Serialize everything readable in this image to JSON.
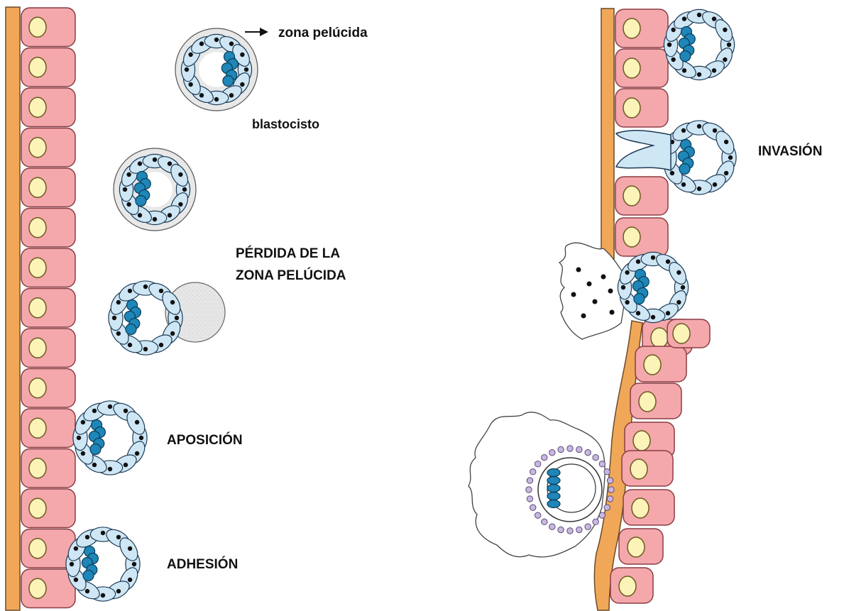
{
  "labels": {
    "zona_pelucida": "zona pelúcida",
    "blastocisto": "blastocisto",
    "perdida_line1": "PÉRDIDA DE LA",
    "perdida_line2": "ZONA PELÚCIDA",
    "aposicion": "APOSICIÓN",
    "adhesion": "ADHESIÓN",
    "invasion": "INVASIÓN"
  },
  "colors": {
    "epithelial_cell": "#f4a8ab",
    "cell_outline": "#8a3d44",
    "nucleus": "#fbf3b8",
    "basement_membrane": "#f0a858",
    "trophoblast": "#cfe6f5",
    "inner_cell_mass": "#1e86b8",
    "zona_pelucida": "#e8e8e8",
    "syncytium_dots": "#c9b7e0"
  }
}
